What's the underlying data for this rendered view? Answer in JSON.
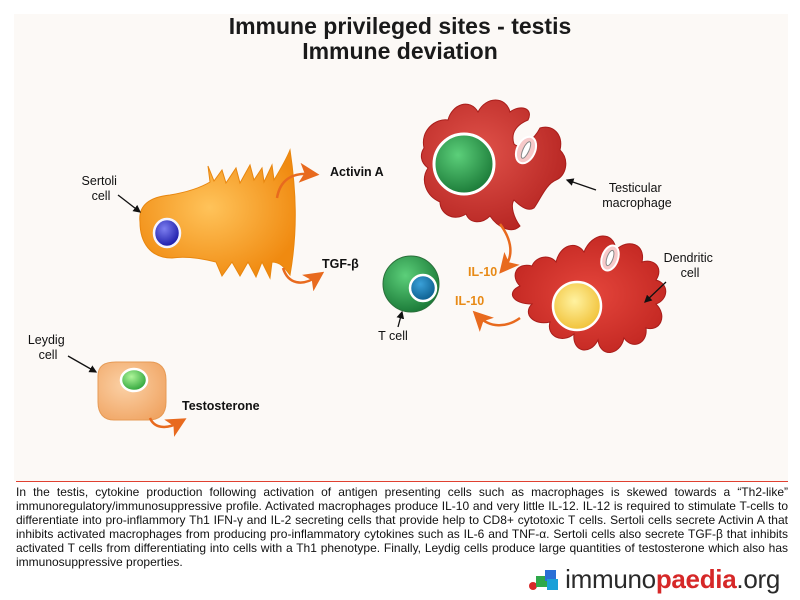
{
  "title": {
    "line1": "Immune privileged sites - testis",
    "line2": "Immune deviation"
  },
  "labels": {
    "sertoli": [
      "Sertoli",
      "cell"
    ],
    "leydig": [
      "Leydig",
      "cell"
    ],
    "macrophage": [
      "Testicular",
      "macrophage"
    ],
    "dendritic": [
      "Dendritic",
      "cell"
    ],
    "tcell": "T cell"
  },
  "products": {
    "activin": "Activin A",
    "tgf": "TGF-β",
    "testosterone": "Testosterone",
    "il10_macrophage": "IL-10",
    "il10_dendritic": "IL-10"
  },
  "caption": "In the testis, cytokine production following activation of antigen presenting cells such as macrophages is skewed towards a “Th2-like” immunoregulatory/immunosuppressive profile. Activated macrophages produce IL-10 and very little IL-12. IL-12 is required to stimulate T-cells to differentiate into pro-inflammory Th1 IFN-γ and IL-2 secreting cells that provide help to CD8+ cytotoxic T cells. Sertoli cells secrete Activin A that inhibits activated macrophages from producing pro-inflammatory cytokines such as IL-6 and TNF-α. Sertoli cells also secrete TGF-β that  inhibits activated T cells from differentiating into cells with a Th1 phenotype. Finally, Leydig cells produce large quantities of testosterone which also has immunosuppressive properties.",
  "logo": {
    "prefix": "immuno",
    "brand": "paedia",
    "suffix": ".org"
  },
  "colors": {
    "sertoli": "#f79a1e",
    "leydig": "#f4b072",
    "macrophage": "#c72a2a",
    "dendritic": "#cf2d28",
    "tcell": "#2a9a4a",
    "arrow": "#e86a1e",
    "il10": "#e88a16"
  }
}
